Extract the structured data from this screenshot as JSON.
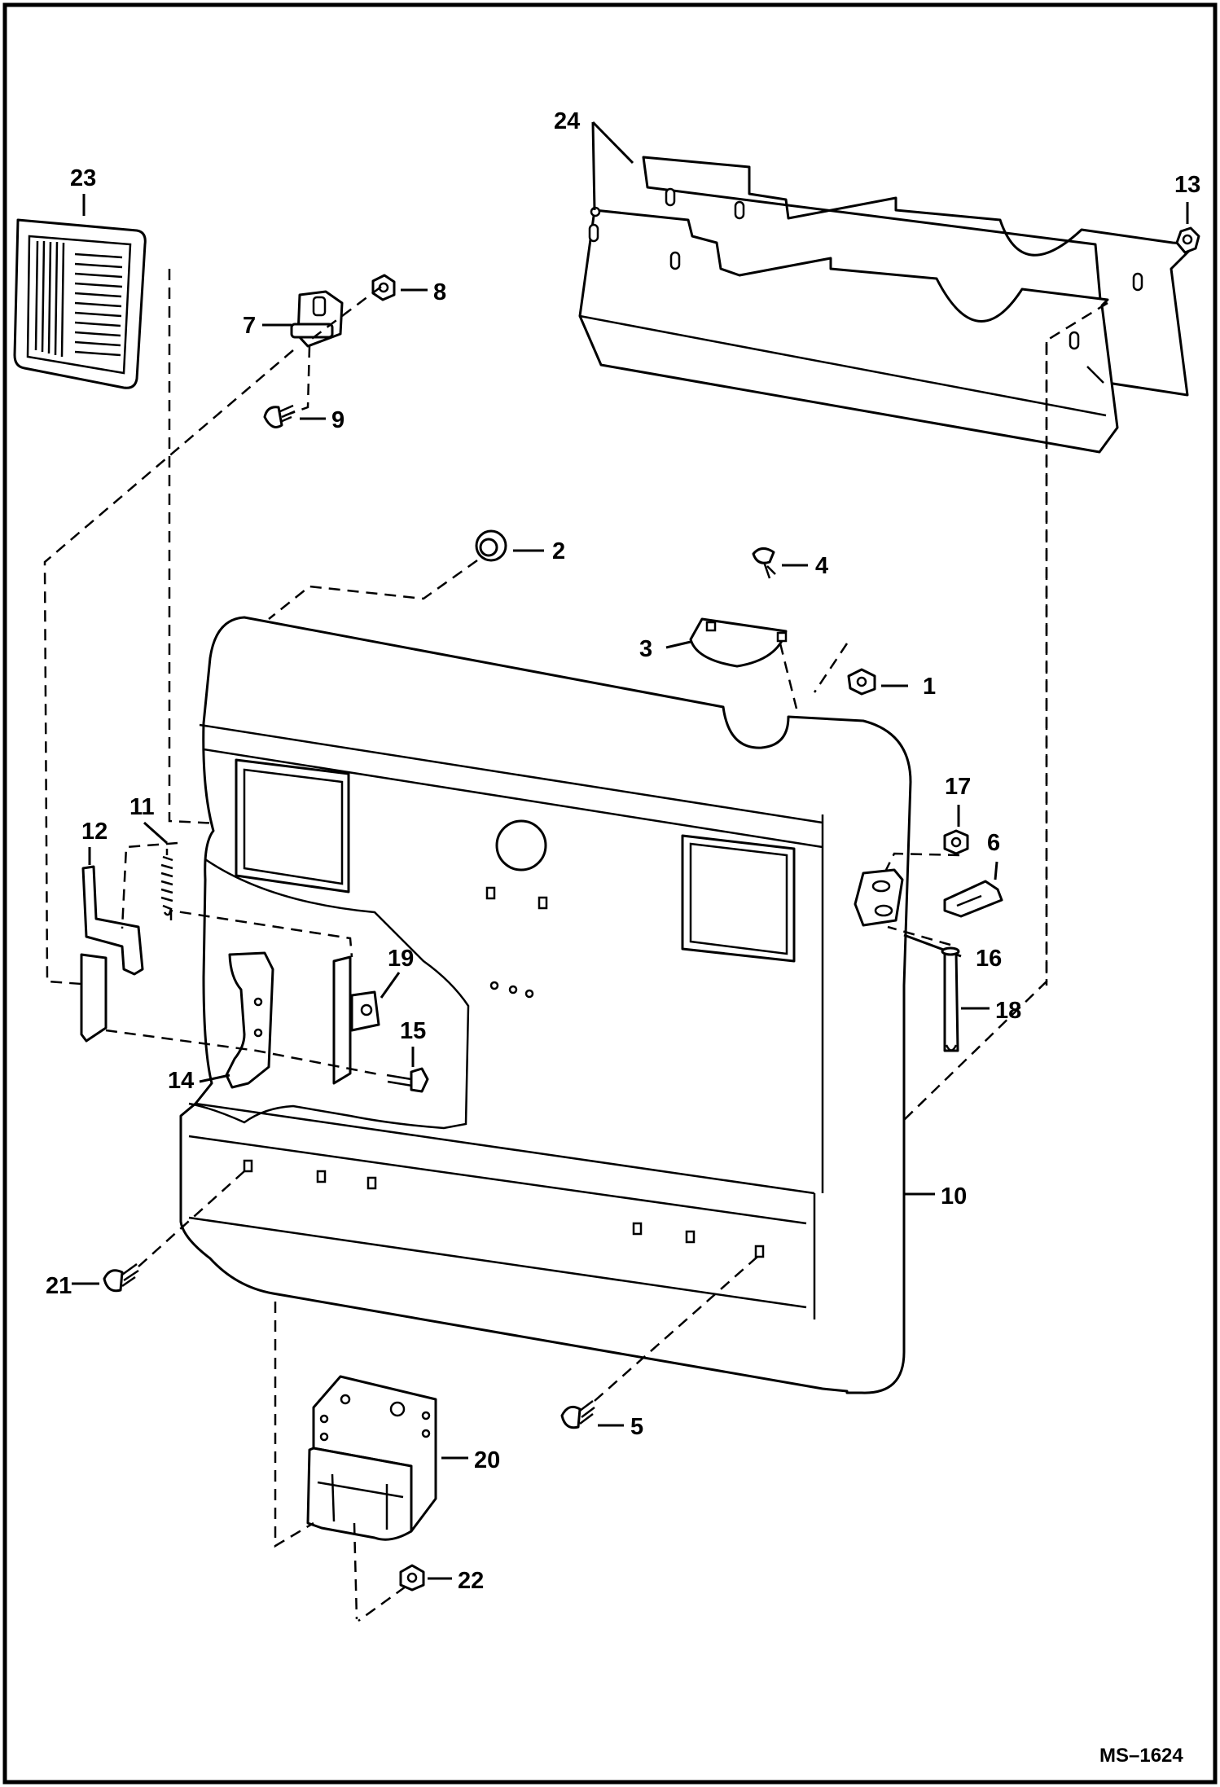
{
  "figure_id": "MS–1624",
  "callouts": {
    "c1": "1",
    "c2": "2",
    "c3": "3",
    "c4": "4",
    "c5": "5",
    "c6": "6",
    "c7": "7",
    "c8": "8",
    "c9": "9",
    "c10": "10",
    "c11": "11",
    "c12": "12",
    "c13": "13",
    "c14": "14",
    "c15": "15",
    "c16": "16",
    "c17": "17",
    "c18": "18",
    "c19": "19",
    "c20": "20",
    "c21": "21",
    "c22": "22",
    "c23": "23",
    "c24": "24"
  }
}
